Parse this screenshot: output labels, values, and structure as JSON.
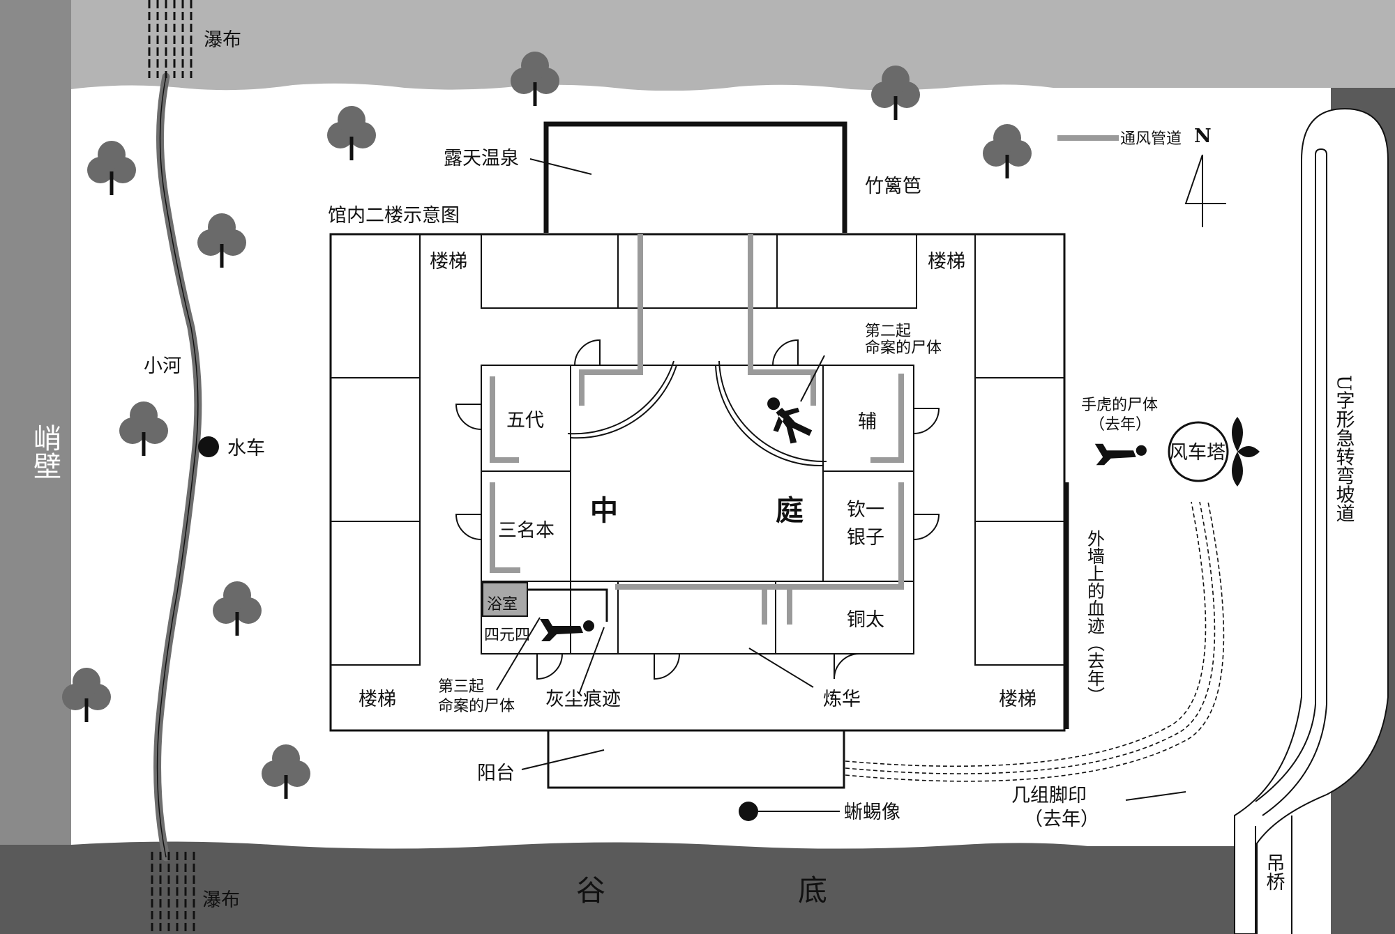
{
  "labels": {
    "waterfall_top": "瀑布",
    "waterfall_bottom": "瀑布",
    "cliff": "峭壁",
    "river": "小河",
    "waterwheel": "水车",
    "valley_left": "谷",
    "valley_right": "底",
    "hot_spring": "露天温泉",
    "bamboo_fence": "竹篱笆",
    "floor_plan_title": "馆内二楼示意图",
    "vent_legend": "通风管道",
    "north": "N",
    "stairs_nw": "楼梯",
    "stairs_ne": "楼梯",
    "stairs_sw": "楼梯",
    "stairs_se": "楼梯",
    "second_body_line1": "第二起",
    "second_body_line2": "命案的尸体",
    "courtyard_left": "中",
    "courtyard_right": "庭",
    "room_godai": "五代",
    "room_sannamoto": "三名本",
    "room_bathroom": "浴室",
    "room_shigenshi": "四元四",
    "room_ho": "辅",
    "room_ginko_line1": "钦一",
    "room_ginko_line2": "银子",
    "room_dota": "铜太",
    "room_renka": "炼华",
    "third_body_line1": "第三起",
    "third_body_line2": "命案的尸体",
    "dust_trace": "灰尘痕迹",
    "balcony": "阳台",
    "lizard_statue": "蜥蜴像",
    "blood_on_wall": "外墙上的血迹（去年）",
    "tetora_body_line1": "手虎的尸体",
    "tetora_body_line2": "（去年）",
    "windmill_tower": "风车塔",
    "footprints_line1": "几组脚印",
    "footprints_line2": "（去年）",
    "u_slope": "U字形急转弯坡道",
    "suspension_bridge": "吊桥"
  },
  "colors": {
    "ground": "#ffffff",
    "cliff_dark": "#8a8a8a",
    "forest_light": "#b4b4b4",
    "valley_dark": "#5a5a5a",
    "river": "#6e6e6e",
    "vent_duct": "#9a9a9a",
    "tree": "#6a6a6a",
    "ink": "#111111"
  },
  "icons": {
    "tree": "tree-icon",
    "waterwheel": "filled-dot-icon",
    "lizard": "filled-dot-icon",
    "body": "fallen-body-icon",
    "compass": "north-arrow-icon",
    "windmill": "windmill-icon"
  }
}
